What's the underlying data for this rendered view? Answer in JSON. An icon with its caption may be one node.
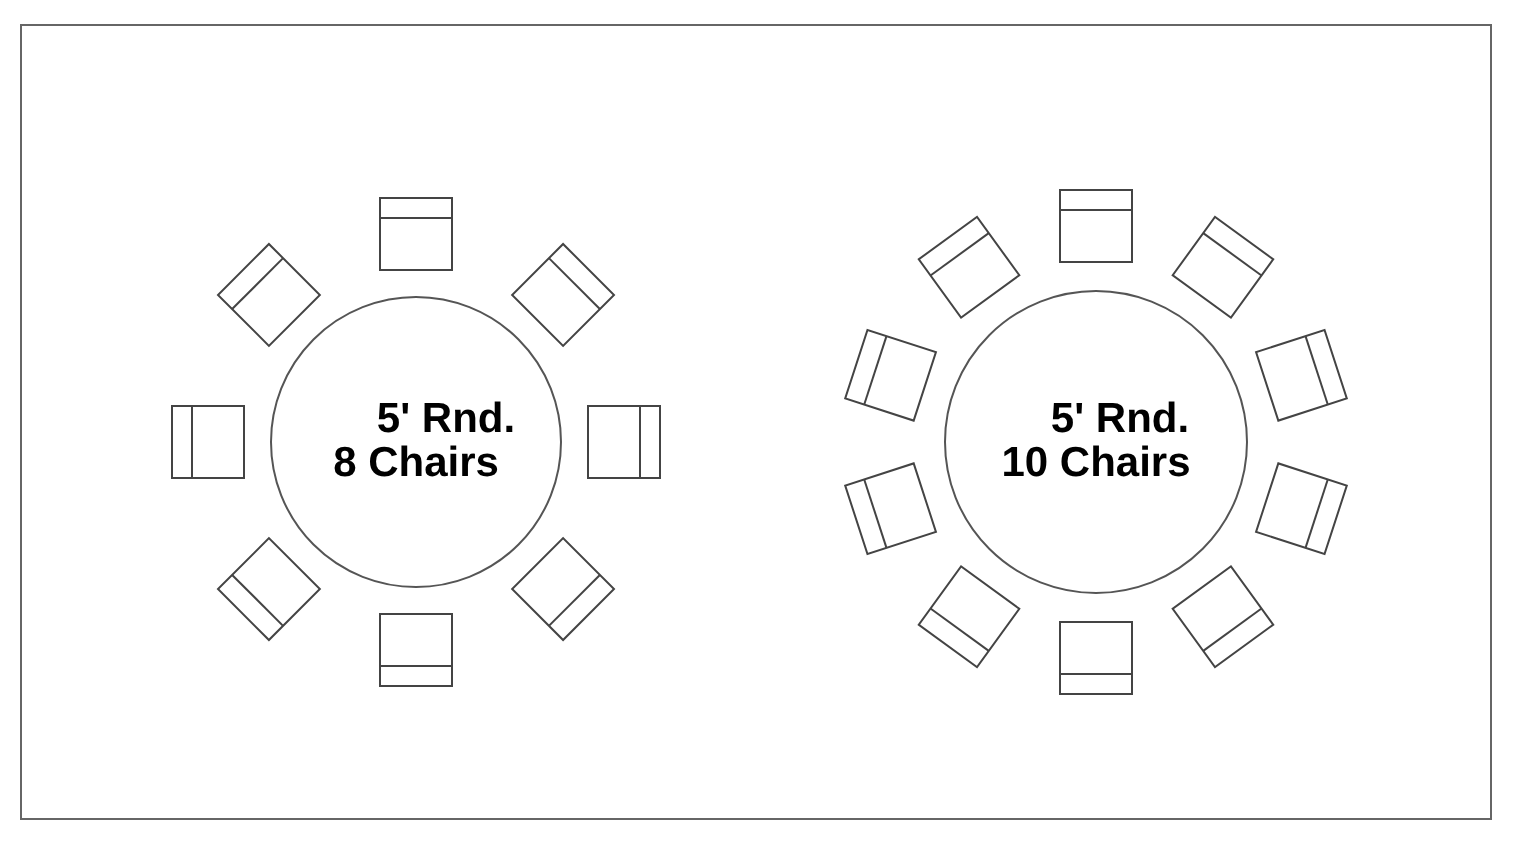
{
  "diagram": {
    "nodes": [
      {
        "text": [
          "5' Rnd.",
          "8 Chairs"
        ]
      },
      {
        "text": [
          "5' Rnd.",
          "10 Chairs"
        ]
      }
    ]
  }
}
